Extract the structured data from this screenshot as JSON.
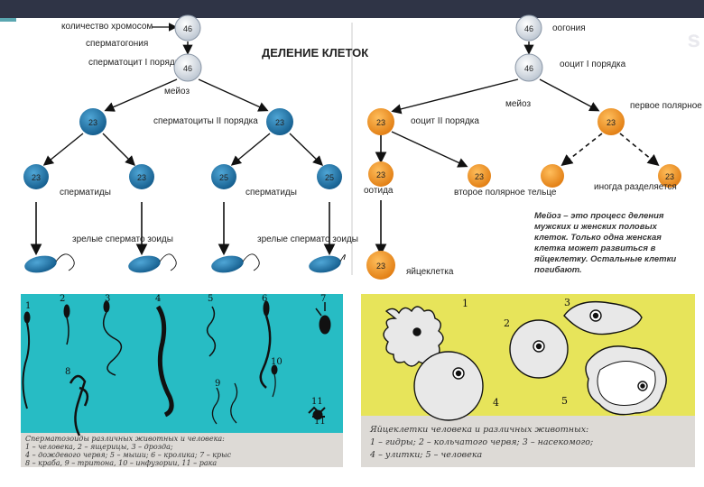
{
  "title": "ДЕЛЕНИЕ КЛЕТОК",
  "male": {
    "chromosome_count_label": "количество хромосом",
    "spermatogonia_label": "сперматогония",
    "spermatocyte1_label": "сперматоцит I порядка",
    "meiosis_label": "мейоз",
    "spermatocytes2_label": "сперматоциты II порядка",
    "spermatids_label_left": "сперматиды",
    "spermatids_label_right": "сперматиды",
    "mature_sperm_label_left": "зрелые спермато зоиды",
    "mature_sperm_label_right": "зрелые спермато зоиды",
    "n46": "46",
    "n23": "23",
    "n25": "25"
  },
  "female": {
    "oogonia_label": "оогония",
    "oocyte1_label": "ооцит I порядка",
    "meiosis_label": "мейоз",
    "first_polar_label": "первое полярное тельце",
    "oocyte2_label": "ооцит II порядка",
    "ootid_label": "оотида",
    "second_polar_label": "второе полярное тельце",
    "sometimes_divides_label": "иногда разделяется",
    "egg_label": "яйцеклетка",
    "n46": "46",
    "n23": "23"
  },
  "meiosis_note": "Мейоз – это процесс деления мужских и женских половых клеток. Только одна женская клетка может развиться в яйцеклетку. Остальные клетки погибают.",
  "sperm_panel": {
    "numbers": [
      "1",
      "2",
      "3",
      "4",
      "5",
      "6",
      "7",
      "8",
      "9",
      "10",
      "11"
    ],
    "caption_line1": "Сперматозоиды различных животных и человека:",
    "caption_line2": "1 – человека, 2 – ящерицы, 3 – дрозда;",
    "caption_line3": "4 – дождевого червя; 5 – мыши; 6 – кролика; 7 – крыс",
    "caption_line4": "8 – краба, 9 – тритона, 10 – инфузории, 11 – рака"
  },
  "egg_panel": {
    "numbers": [
      "1",
      "2",
      "3",
      "4",
      "5"
    ],
    "caption_line1": "Яйцеклетки человека и различных животных:",
    "caption_line2": "1 – гидры; 2 – кольчатого червя; 3 – насекомого;",
    "caption_line3": "4 – улитки; 5 – человека"
  },
  "colors": {
    "male_cell": "#1f7fb4",
    "female_cell": "#f39a2a",
    "stem_cell": "#dfe6ee",
    "sperm_panel_bg": "#27bcc4",
    "egg_panel_bg": "#e7e45a",
    "caption_bg": "#dddad6"
  }
}
